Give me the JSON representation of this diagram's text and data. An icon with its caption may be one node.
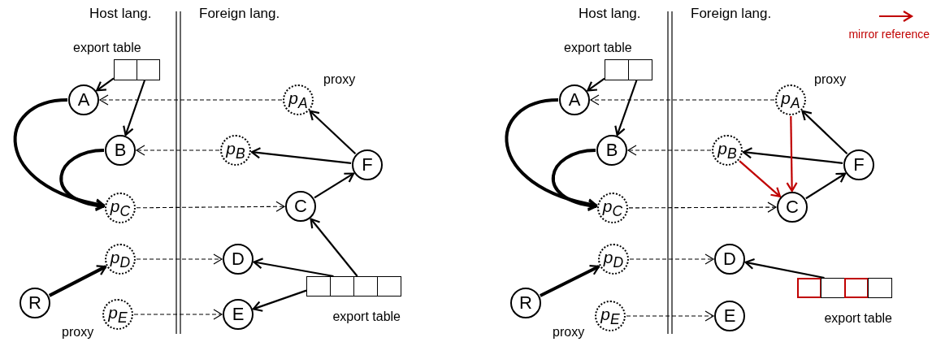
{
  "diagram": {
    "nodes": [
      {
        "text": [
          "export table"
        ]
      },
      {
        "text": [],
        "shape": "box",
        "in": 0
      },
      {
        "text": [],
        "shape": "box",
        "in": 0
      },
      {
        "text": [
          "A"
        ]
      },
      {
        "text": [
          "B"
        ]
      },
      {
        "text": [
          "p$_{C}$"
        ]
      },
      {
        "text": [
          "p$_{D}$"
        ]
      },
      {
        "text": [
          "R"
        ]
      },
      {
        "text": [
          "p$_{E}$"
        ],
        "beside": [
          "proxy"
        ]
      },
      {
        "text": [
          "p$_{A}$"
        ],
        "beside": [
          "proxy"
        ]
      },
      {
        "text": [
          "p$_{B}$"
        ]
      },
      {
        "text": [
          "F"
        ]
      },
      {
        "text": [
          "C"
        ]
      },
      {
        "text": [
          "D"
        ]
      },
      {
        "text": [
          "E"
        ]
      },
      {
        "text": [
          "export table"
        ]
      },
      {
        "text": [],
        "shape": "box",
        "in": 15
      },
      {
        "text": [],
        "shape": "box",
        "in": 15
      },
      {
        "text": [],
        "shape": "box",
        "in": 15
      },
      {
        "text": [],
        "shape": "box",
        "in": 15
      },
      {
        "text": [
          "export table"
        ]
      },
      {
        "text": [],
        "shape": "box",
        "in": 20
      },
      {
        "text": [],
        "shape": "box",
        "in": 20
      },
      {
        "text": [
          "A"
        ]
      },
      {
        "text": [
          "B"
        ]
      },
      {
        "text": [
          "p$_{C}$"
        ]
      },
      {
        "text": [
          "p$_{D}$"
        ]
      },
      {
        "text": [
          "R"
        ]
      },
      {
        "text": [
          "p$_{E}$"
        ],
        "beside": [
          "proxy"
        ]
      },
      {
        "text": [
          "p$_{A}$"
        ],
        "beside": [
          "proxy"
        ]
      },
      {
        "text": [
          "p$_{B}$"
        ]
      },
      {
        "text": [
          "F"
        ]
      },
      {
        "text": [
          "C"
        ]
      },
      {
        "text": [
          "D"
        ]
      },
      {
        "text": [
          "E"
        ]
      },
      {
        "text": [
          "export table"
        ]
      },
      {
        "text": [],
        "shape": "box",
        "in": 35
      },
      {
        "text": [],
        "shape": "box",
        "in": 35
      },
      {
        "text": [],
        "shape": "box",
        "in": 35
      },
      {
        "text": [],
        "shape": "box",
        "in": 35
      }
    ],
    "edges": [
      {
        "from": 1,
        "to": 3,
        "arrow": "to"
      },
      {
        "from": 2,
        "to": 4,
        "arrow": "to"
      },
      {
        "from": 3,
        "to": 5,
        "arrow": "to",
        "style": "thick"
      },
      {
        "from": 4,
        "to": 5,
        "arrow": "to",
        "style": "thick"
      },
      {
        "from": 7,
        "to": 6,
        "arrow": "to",
        "style": "thick"
      },
      {
        "from": 9,
        "to": 3,
        "arrow": "to",
        "style": "dashed"
      },
      {
        "from": 10,
        "to": 4,
        "arrow": "to",
        "style": "dashed"
      },
      {
        "from": 5,
        "to": 12,
        "arrow": "to",
        "style": "dashed"
      },
      {
        "from": 6,
        "to": 13,
        "arrow": "to",
        "style": "dashed"
      },
      {
        "from": 8,
        "to": 14,
        "arrow": "to",
        "style": "dashed"
      },
      {
        "from": 11,
        "to": 9,
        "arrow": "to"
      },
      {
        "from": 11,
        "to": 10,
        "arrow": "to"
      },
      {
        "from": 12,
        "to": 11,
        "arrow": "to"
      },
      {
        "from": 18,
        "to": 12,
        "arrow": "to"
      },
      {
        "from": 17,
        "to": 13,
        "arrow": "to"
      },
      {
        "from": 16,
        "to": 14,
        "arrow": "to"
      },
      {
        "from": 21,
        "to": 23,
        "arrow": "to"
      },
      {
        "from": 22,
        "to": 24,
        "arrow": "to"
      },
      {
        "from": 23,
        "to": 25,
        "arrow": "to",
        "style": "thick"
      },
      {
        "from": 24,
        "to": 25,
        "arrow": "to",
        "style": "thick"
      },
      {
        "from": 27,
        "to": 26,
        "arrow": "to",
        "style": "thick"
      },
      {
        "from": 29,
        "to": 23,
        "arrow": "to",
        "style": "dashed"
      },
      {
        "from": 30,
        "to": 24,
        "arrow": "to",
        "style": "dashed"
      },
      {
        "from": 25,
        "to": 32,
        "arrow": "to",
        "style": "dashed"
      },
      {
        "from": 26,
        "to": 33,
        "arrow": "to",
        "style": "dashed"
      },
      {
        "from": 28,
        "to": 34,
        "arrow": "to",
        "style": "dashed"
      },
      {
        "from": 31,
        "to": 29,
        "arrow": "to"
      },
      {
        "from": 31,
        "to": 30,
        "arrow": "to"
      },
      {
        "from": 32,
        "to": 31,
        "arrow": "to"
      },
      {
        "from": 37,
        "to": 33,
        "arrow": "to"
      },
      {
        "from": 29,
        "to": 32,
        "arrow": "to",
        "color": "#c00000"
      },
      {
        "from": 30,
        "to": 32,
        "arrow": "to",
        "color": "#c00000"
      }
    ],
    "labels": [
      "Host lang.",
      "Foreign lang.",
      "Host lang.",
      "Foreign lang."
    ],
    "legend": [
      {
        "text": "mirror reference"
      }
    ]
  }
}
